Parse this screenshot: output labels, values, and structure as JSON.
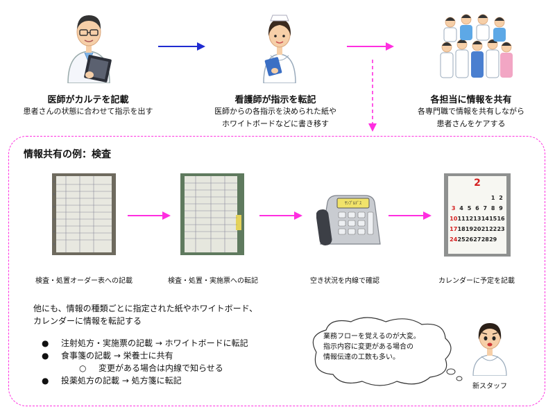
{
  "top": {
    "steps": [
      {
        "title": "医師がカルテを記載",
        "lines": [
          "患者さんの状態に合わせて指示を出す"
        ]
      },
      {
        "title": "看護師が指示を転記",
        "lines": [
          "医師からの各指示を決められた紙や",
          "ホワイトボードなどに書き移す"
        ]
      },
      {
        "title": "各担当に情報を共有",
        "lines": [
          "各専門職で情報を共有しながら",
          "患者さんをケアする"
        ]
      }
    ]
  },
  "panel": {
    "title": "情報共有の例：検査",
    "items": [
      {
        "caption": "検査・処置オーダー表への記載"
      },
      {
        "caption": "検査・処置・実施票への転記"
      },
      {
        "caption": "空き状況を内線で確認"
      },
      {
        "caption": "カレンダーに予定を記載"
      }
    ],
    "phone_display": "ｻﾝﾌﾟﾙﾃﾞｽ",
    "calendar_month": "2",
    "calendar_rows": [
      [
        "",
        "",
        "",
        "",
        "",
        "1",
        "2"
      ],
      [
        "3",
        "4",
        "5",
        "6",
        "7",
        "8",
        "9"
      ],
      [
        "10",
        "11",
        "12",
        "13",
        "14",
        "15",
        "16"
      ],
      [
        "17",
        "18",
        "19",
        "20",
        "21",
        "22",
        "23"
      ],
      [
        "24",
        "25",
        "26",
        "27",
        "28",
        "29",
        ""
      ]
    ],
    "intro_lines": [
      "他にも、情報の種類ごとに指定された紙やホワイトボード、",
      "カレンダーに情報を転記する"
    ],
    "bullets": [
      {
        "text": "注射処方・実施票の記載 → ホワイトボードに転記",
        "sub": []
      },
      {
        "text": "食事箋の記載 → 栄養士に共有",
        "sub": [
          "変更がある場合は内線で知らせる"
        ]
      },
      {
        "text": "投薬処方の記載 → 処方箋に転記",
        "sub": []
      }
    ],
    "thought_lines": [
      "業務フローを覚えるのが大変。",
      "指示内容に変更がある場合の",
      "情報伝達の工数も多い。"
    ],
    "staff_label": "新スタッフ"
  },
  "colors": {
    "blue_arrow": "#1f2bd1",
    "magenta": "#ff2ee0",
    "calendar_red": "#d42020"
  }
}
